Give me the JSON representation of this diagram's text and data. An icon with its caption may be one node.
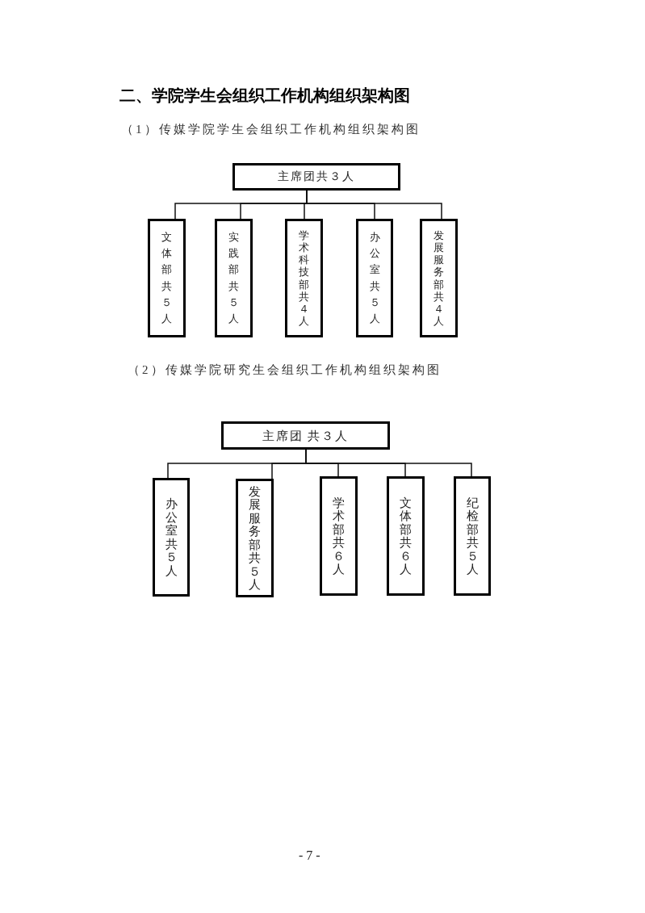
{
  "diagram": {
    "title": "二、学院学生会组织工作机构组织架构图",
    "nodes": [
      {
        "text": [
          "主席团共３人"
        ]
      },
      {
        "text": [
          "文体部共５人"
        ]
      },
      {
        "text": [
          "实践部共５人"
        ]
      },
      {
        "text": [
          "学术科技部共４人"
        ]
      },
      {
        "text": [
          "办公室共５人"
        ]
      },
      {
        "text": [
          "发展服务部共４人"
        ]
      },
      {
        "text": [
          "主席团 共３人"
        ]
      },
      {
        "text": [
          "办公室共５人"
        ]
      },
      {
        "text": [
          "发展服务部共５人"
        ]
      },
      {
        "text": [
          "学术部共６人"
        ]
      },
      {
        "text": [
          "文体部共６人"
        ]
      },
      {
        "text": [
          "纪检部共５人"
        ]
      }
    ],
    "edges": [
      {
        "from": 0,
        "to": 1,
        "arrow": "none"
      },
      {
        "from": 0,
        "to": 2,
        "arrow": "none"
      },
      {
        "from": 0,
        "to": 3,
        "arrow": "none"
      },
      {
        "from": 0,
        "to": 4,
        "arrow": "none"
      },
      {
        "from": 0,
        "to": 5,
        "arrow": "none"
      },
      {
        "from": 6,
        "to": 7,
        "arrow": "none"
      },
      {
        "from": 6,
        "to": 8,
        "arrow": "none"
      },
      {
        "from": 6,
        "to": 9,
        "arrow": "none"
      },
      {
        "from": 6,
        "to": 10,
        "arrow": "none"
      },
      {
        "from": 6,
        "to": 11,
        "arrow": "none"
      }
    ],
    "labels": [
      "（1）传媒学院学生会组织工作机构组织架构图",
      "（2）传媒学院研究生会组织工作机构组织架构图",
      "- 7 -"
    ]
  }
}
